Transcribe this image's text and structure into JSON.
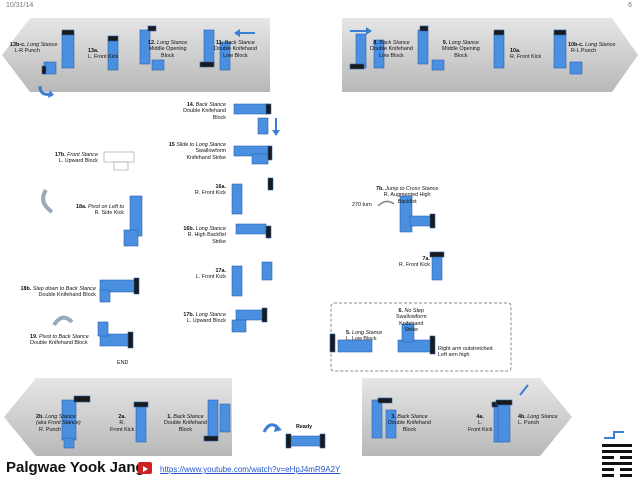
{
  "header": {
    "date": "10/31/14",
    "page": "6"
  },
  "labels": {
    "l13c_num": "13b-c.",
    "l13c_st": "Long Stance",
    "l13c_tech": "L-R Punch",
    "l13a_num": "13a.",
    "l13a_tech": "L. Front Kick",
    "l12_num": "12.",
    "l12_st": "Long Stance",
    "l12_t1": "Middle Opening",
    "l12_t2": "Block",
    "l11_num": "11.",
    "l11_st": "Back Stance",
    "l11_t1": "Double Knifehand",
    "l11_t2": "Low Block",
    "l8_num": "8.",
    "l8_st": "Back Stance",
    "l8_t1": "Double Knifehand",
    "l8_t2": "Low Block",
    "l9_num": "9.",
    "l9_st": "Long Stance",
    "l9_t1": "Middle Opening",
    "l9_t2": "Block",
    "l10a_num": "10a.",
    "l10a_tech": "R. Front Kick",
    "l10c_num": "10b-c.",
    "l10c_st": "Long Stance",
    "l10c_tech": "R-L Punch",
    "l14_num": "14.",
    "l14_st": "Back Stance",
    "l14_t1": "Double Knifehand",
    "l14_t2": "Block",
    "l15_num": "15",
    "l15_st": "Slide to Long Stance",
    "l15_t1": "Swallowform",
    "l15_t2": "Knifehand Strike",
    "l16a_num": "16a.",
    "l16a_tech": "R. Front Kick",
    "l16b_num": "16b.",
    "l16b_st": "Long Stance",
    "l16b_t1": "R. High Backfist",
    "l16b_t2": "Strike",
    "l17a_num": "17a.",
    "l17a_tech": "L. Front Kick",
    "l17b_num": "17b.",
    "l17b_st": "Long Stance",
    "l17b_tech": "L. Upward Block",
    "l17bf_num": "17b.",
    "l17bf_st": "Front Stance",
    "l17bf_tech": "L. Upward Block",
    "l18a_num": "18a.",
    "l18a_st": "Pivot on Left to",
    "l18a_tech": "R. Side Kick",
    "l18b_num": "18b.",
    "l18b_st": "Step down to Back Stance",
    "l18b_tech": "Double Knifehand Block",
    "l19_num": "19.",
    "l19_st": "Pivot to Back Stance",
    "l19_tech": "Double Knifehand Block",
    "end": "END",
    "l7b_num": "7b.",
    "l7b_st": "Jump to Cross Stance",
    "l7b_t1": "R. Augmented High",
    "l7b_t2": "Backfist",
    "turn270": "270 turn",
    "l7a_num": "7a.",
    "l7a_tech": "R. Front Kick",
    "l6_num": "6.",
    "l6_st": "No Step",
    "l6_t1": "Swallowform",
    "l6_t2": "Knifehand",
    "l6_t3": "Strike",
    "l6_note1": "Right arm outstretched",
    "l6_note2": "Left arm high",
    "l5_num": "5.",
    "l5_st": "Long Stance",
    "l5_tech": "L. Low Block",
    "l2b_num": "2b.",
    "l2b_st": "Long Stance",
    "l2b_alt": "(aka Front Stance)",
    "l2b_tech": "R. Punch",
    "l2a_num": "2a.",
    "l2a_t1": "R.",
    "l2a_t2": "Front Kick",
    "l1_num": "1.",
    "l1_st": "Back Stance",
    "l1_t1": "Double Knifehand",
    "l1_t2": "Block",
    "ready": "Ready",
    "l3_num": "3.",
    "l3_st": "Back Stance",
    "l3_t1": "Double Knifehand",
    "l3_t2": "Block",
    "l4a_num": "4a.",
    "l4a_t1": "L.",
    "l4a_t2": "Front Kick",
    "l4b_num": "4b.",
    "l4b_st": "Long Stance",
    "l4b_tech": "L. Punch"
  },
  "footer": {
    "title": "Palgwae Yook Jang",
    "link": "https://www.youtube.com/watch?v=eHpJ4mR9A2Y"
  },
  "colors": {
    "foot": "#4a8fe0",
    "foot_dark": "#2b63b0",
    "band": "#c8c8c8",
    "shoe": "#1a1a1a"
  }
}
